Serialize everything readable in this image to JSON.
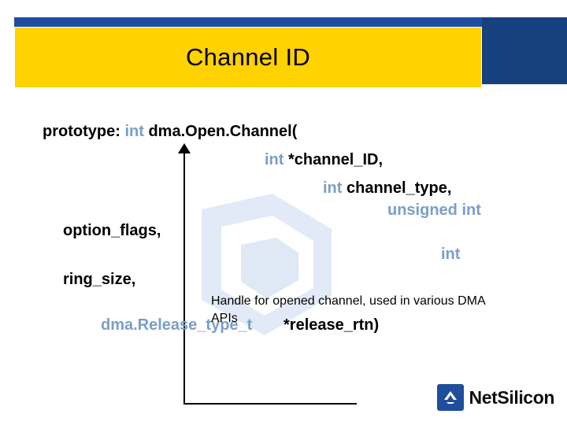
{
  "slide": {
    "title": "Channel ID",
    "theme": {
      "title_bg": "#ffd200",
      "banner_blue": "#1f4e9c",
      "banner_blue_dark": "#17407f",
      "keyword_blue": "#7a9ec9",
      "text_black": "#000000"
    }
  },
  "prototype": {
    "label": "prototype:",
    "line1_kw": "int",
    "line1_rest": "dma.Open.Channel(",
    "line2_kw": "int",
    "line2_rest": "*channel_ID,",
    "line3_kw": "int",
    "line3_rest": "channel_type,",
    "line4": "unsigned int",
    "line5": "option_flags,",
    "line6": "int",
    "line7": "ring_size,",
    "line8_kw": "dma.Release_type_t",
    "line8_rest": "*release_rtn)"
  },
  "callout": {
    "text": "Handle for opened channel, used in various DMA APIs"
  },
  "footer": {
    "brand": "NetSilicon",
    "logo_icon": "netsilicon-logo-icon"
  }
}
